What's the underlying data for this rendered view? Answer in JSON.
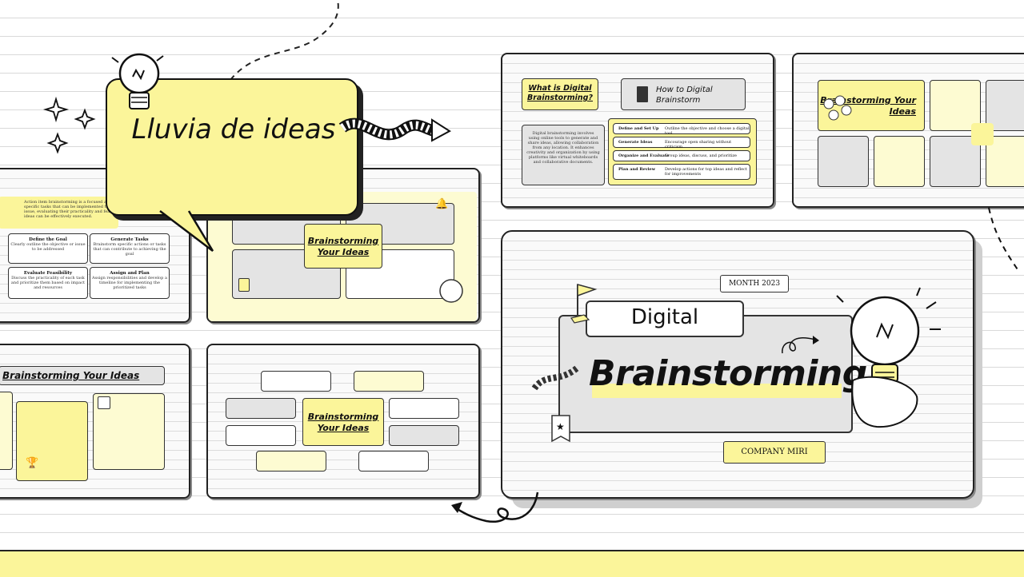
{
  "hero": {
    "title": "Lluvia de ideas"
  },
  "main_slide": {
    "month": "MONTH 2023",
    "title_small": "Digital",
    "title_big": "Brainstorming",
    "company": "COMPANY MIRI"
  },
  "slide_how_to": {
    "question": "What is Digital Brainstorming?",
    "title": "How to Digital Brainstorm",
    "description": "Digital brainstorming involves using online tools to generate and share ideas, allowing collaboration from any location. It enhances creativity and organization by using platforms like virtual whiteboards and collaborative documents.",
    "steps": [
      {
        "name": "Define and Set Up",
        "desc": "Outline the objective and choose a digital tool"
      },
      {
        "name": "Generate Ideas",
        "desc": "Encourage open sharing without criticism"
      },
      {
        "name": "Organize and Evaluate",
        "desc": "Group ideas, discuss, and prioritize"
      },
      {
        "name": "Plan and Review",
        "desc": "Develop actions for top ideas and reflect for improvements"
      }
    ]
  },
  "slide_your_ideas_top": {
    "title": "Brainstorming Your Ideas"
  },
  "slide_action": {
    "intro": "Action item brainstorming is a focused approach to generate specific tasks that can be implemented to address a particular issue, evaluating their practicality and feasibility, ensuring that ideas can be effectively executed.",
    "cells": [
      {
        "title": "Define the Goal",
        "desc": "Clearly outline the objective or issue to be addressed"
      },
      {
        "title": "Generate Tasks",
        "desc": "Brainstorm specific actions or tasks that can contribute to achieving the goal"
      },
      {
        "title": "Evaluate Feasibility",
        "desc": "Discuss the practicality of each task and prioritize them based on impact and resources"
      },
      {
        "title": "Assign and Plan",
        "desc": "Assign responsibilities and develop a timeline for implementing the prioritized tasks"
      }
    ]
  },
  "slide_your_ideas_mid": {
    "title": "Brainstorming Your Ideas"
  },
  "slide_your_ideas_bl": {
    "title": "Brainstorming Your Ideas"
  },
  "slide_your_ideas_bc": {
    "title": "Brainstorming Your Ideas"
  }
}
